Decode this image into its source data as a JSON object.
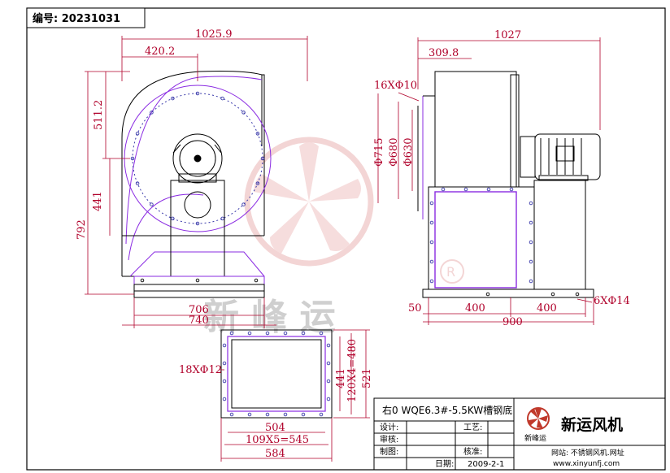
{
  "drawing_number": "编号: 20231031",
  "dimensions": {
    "front_width": "1025.9",
    "front_inlet_offset": "420.2",
    "front_upper_height": "511.2",
    "front_total_height": "792",
    "front_center_height": "441",
    "front_base_inner": "706",
    "front_base_outer": "740",
    "side_width": "1027",
    "side_offset": "309.8",
    "side_holes": "16XΦ10",
    "side_d1": "Φ715",
    "side_d2": "Φ680",
    "side_d3": "Φ630",
    "side_left_offset": "50",
    "side_span_a": "400",
    "side_span_b": "400",
    "side_total": "900",
    "side_base_holes": "6XΦ14",
    "outlet_holes": "18XΦ12",
    "outlet_inner_h": "441",
    "outlet_pitch_h": "120X4=480",
    "outlet_outer_h": "521",
    "outlet_inner_w": "504",
    "outlet_pitch_w": "109X5=545",
    "outlet_outer_w": "584"
  },
  "watermark_text": "新 峰 运",
  "title_block": {
    "model": "右0 WQE6.3#-5.5KW槽钢底",
    "company": "新运风机",
    "logo_text": "新峰运",
    "row_labels": [
      "设计:",
      "审核:",
      "制图:"
    ],
    "craft_label": "工艺:",
    "check_label": "核准:",
    "date_label": "日期:",
    "date": "2009-2-1",
    "website_label": "网站: 不锈钢风机.网址",
    "website_url": "www.xinyunfj.com"
  }
}
